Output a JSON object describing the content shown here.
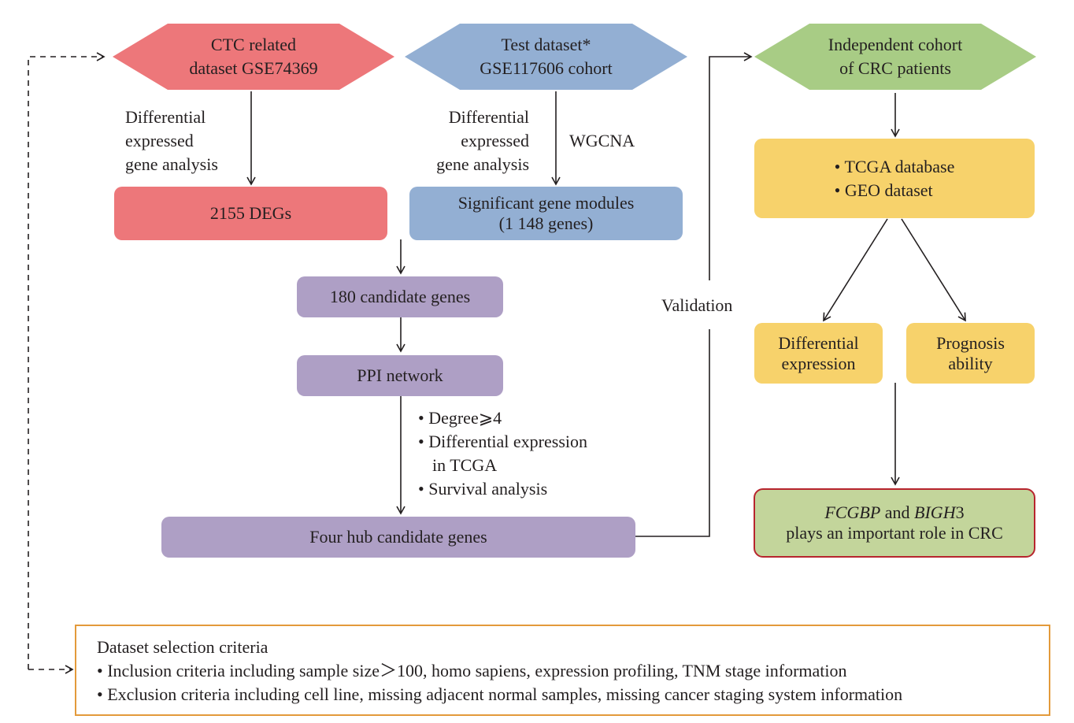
{
  "nodes": {
    "ctc_dataset": {
      "line1": "CTC related",
      "line2": "dataset GSE74369"
    },
    "test_dataset": {
      "line1": "Test dataset*",
      "line2": "GSE117606 cohort"
    },
    "independent_cohort": {
      "line1": "Independent cohort",
      "line2": "of CRC patients"
    },
    "degs": {
      "text": "2155 DEGs"
    },
    "gene_modules": {
      "line1": "Significant gene modules",
      "line2": "(1 148 genes)"
    },
    "candidate_genes": {
      "text": "180 candidate genes"
    },
    "ppi_network": {
      "text": "PPI network"
    },
    "hub_genes": {
      "text": "Four hub candidate genes"
    },
    "databases": {
      "items": [
        "• TCGA database",
        "• GEO dataset"
      ]
    },
    "differential_expression": {
      "line1": "Differential",
      "line2": "expression"
    },
    "prognosis": {
      "line1": "Prognosis",
      "line2": "ability"
    },
    "conclusion": {
      "gene1": "FCGBP",
      "and": " and ",
      "gene2": "BIGH",
      "suffix": "3",
      "line2": "plays an important role in CRC"
    }
  },
  "labels": {
    "dea_left": [
      "Differential",
      "expressed",
      "gene analysis"
    ],
    "dea_right": [
      "Differential",
      "expressed",
      "gene analysis"
    ],
    "wgcna": "WGCNA",
    "validation": "Validation",
    "filters": [
      "• Degree⩾4",
      "• Differential expression",
      "in TCGA",
      "• Survival analysis"
    ]
  },
  "criteria": {
    "title": "Dataset selection criteria",
    "items": [
      "• Inclusion criteria including sample size＞100, homo sapiens, expression profiling, TNM stage information",
      "• Exclusion criteria including cell line, missing adjacent normal samples, missing cancer staging system information"
    ]
  },
  "colors": {
    "red": "#ed777a",
    "blue": "#93afd3",
    "green": "#a8cc85",
    "purple": "#ae9fc5",
    "yellow": "#f7d26b",
    "criteria_border": "#e39a3b",
    "conclusion_border": "#b7252e"
  }
}
